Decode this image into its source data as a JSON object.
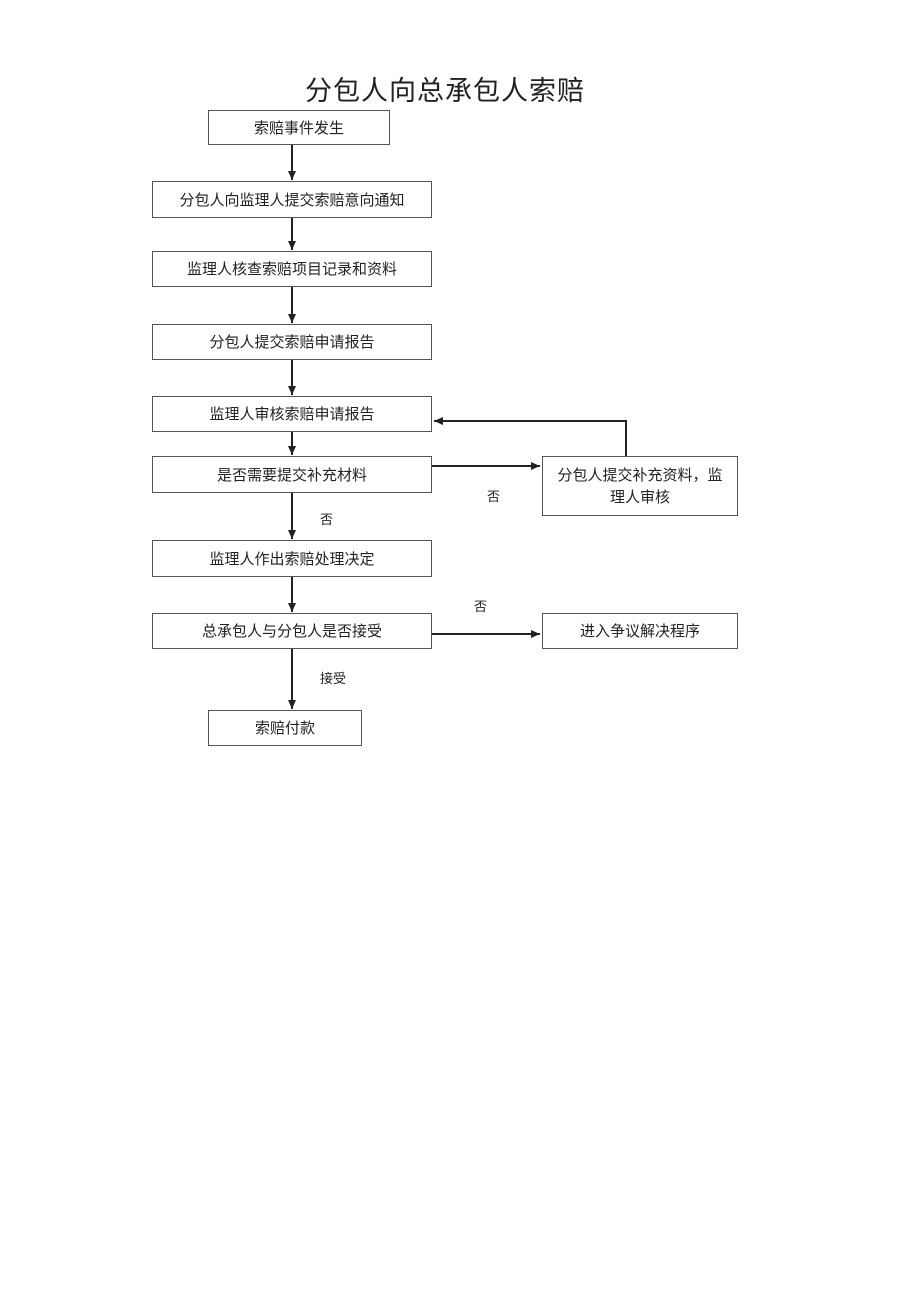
{
  "title": "分包人向总承包人索赔",
  "steps": {
    "s1": "索赔事件发生",
    "s2": "分包人向监理人提交索赔意向通知",
    "s3": "监理人核查索赔项目记录和资料",
    "s4": "分包人提交索赔申请报告",
    "s5": "监理人审核索赔申请报告",
    "s6": "是否需要提交补充材料",
    "s7": "监理人作出索赔处理决定",
    "s8": "总承包人与分包人是否接受",
    "s9": "索赔付款"
  },
  "side": {
    "supplement_line1": "分包人提交补充资料，监",
    "supplement_line2": "理人审核",
    "dispute": "进入争议解决程序"
  },
  "edge_labels": {
    "supplement_no": "否",
    "decision_no": "否",
    "accept_no": "否",
    "accept_yes": "接受"
  }
}
